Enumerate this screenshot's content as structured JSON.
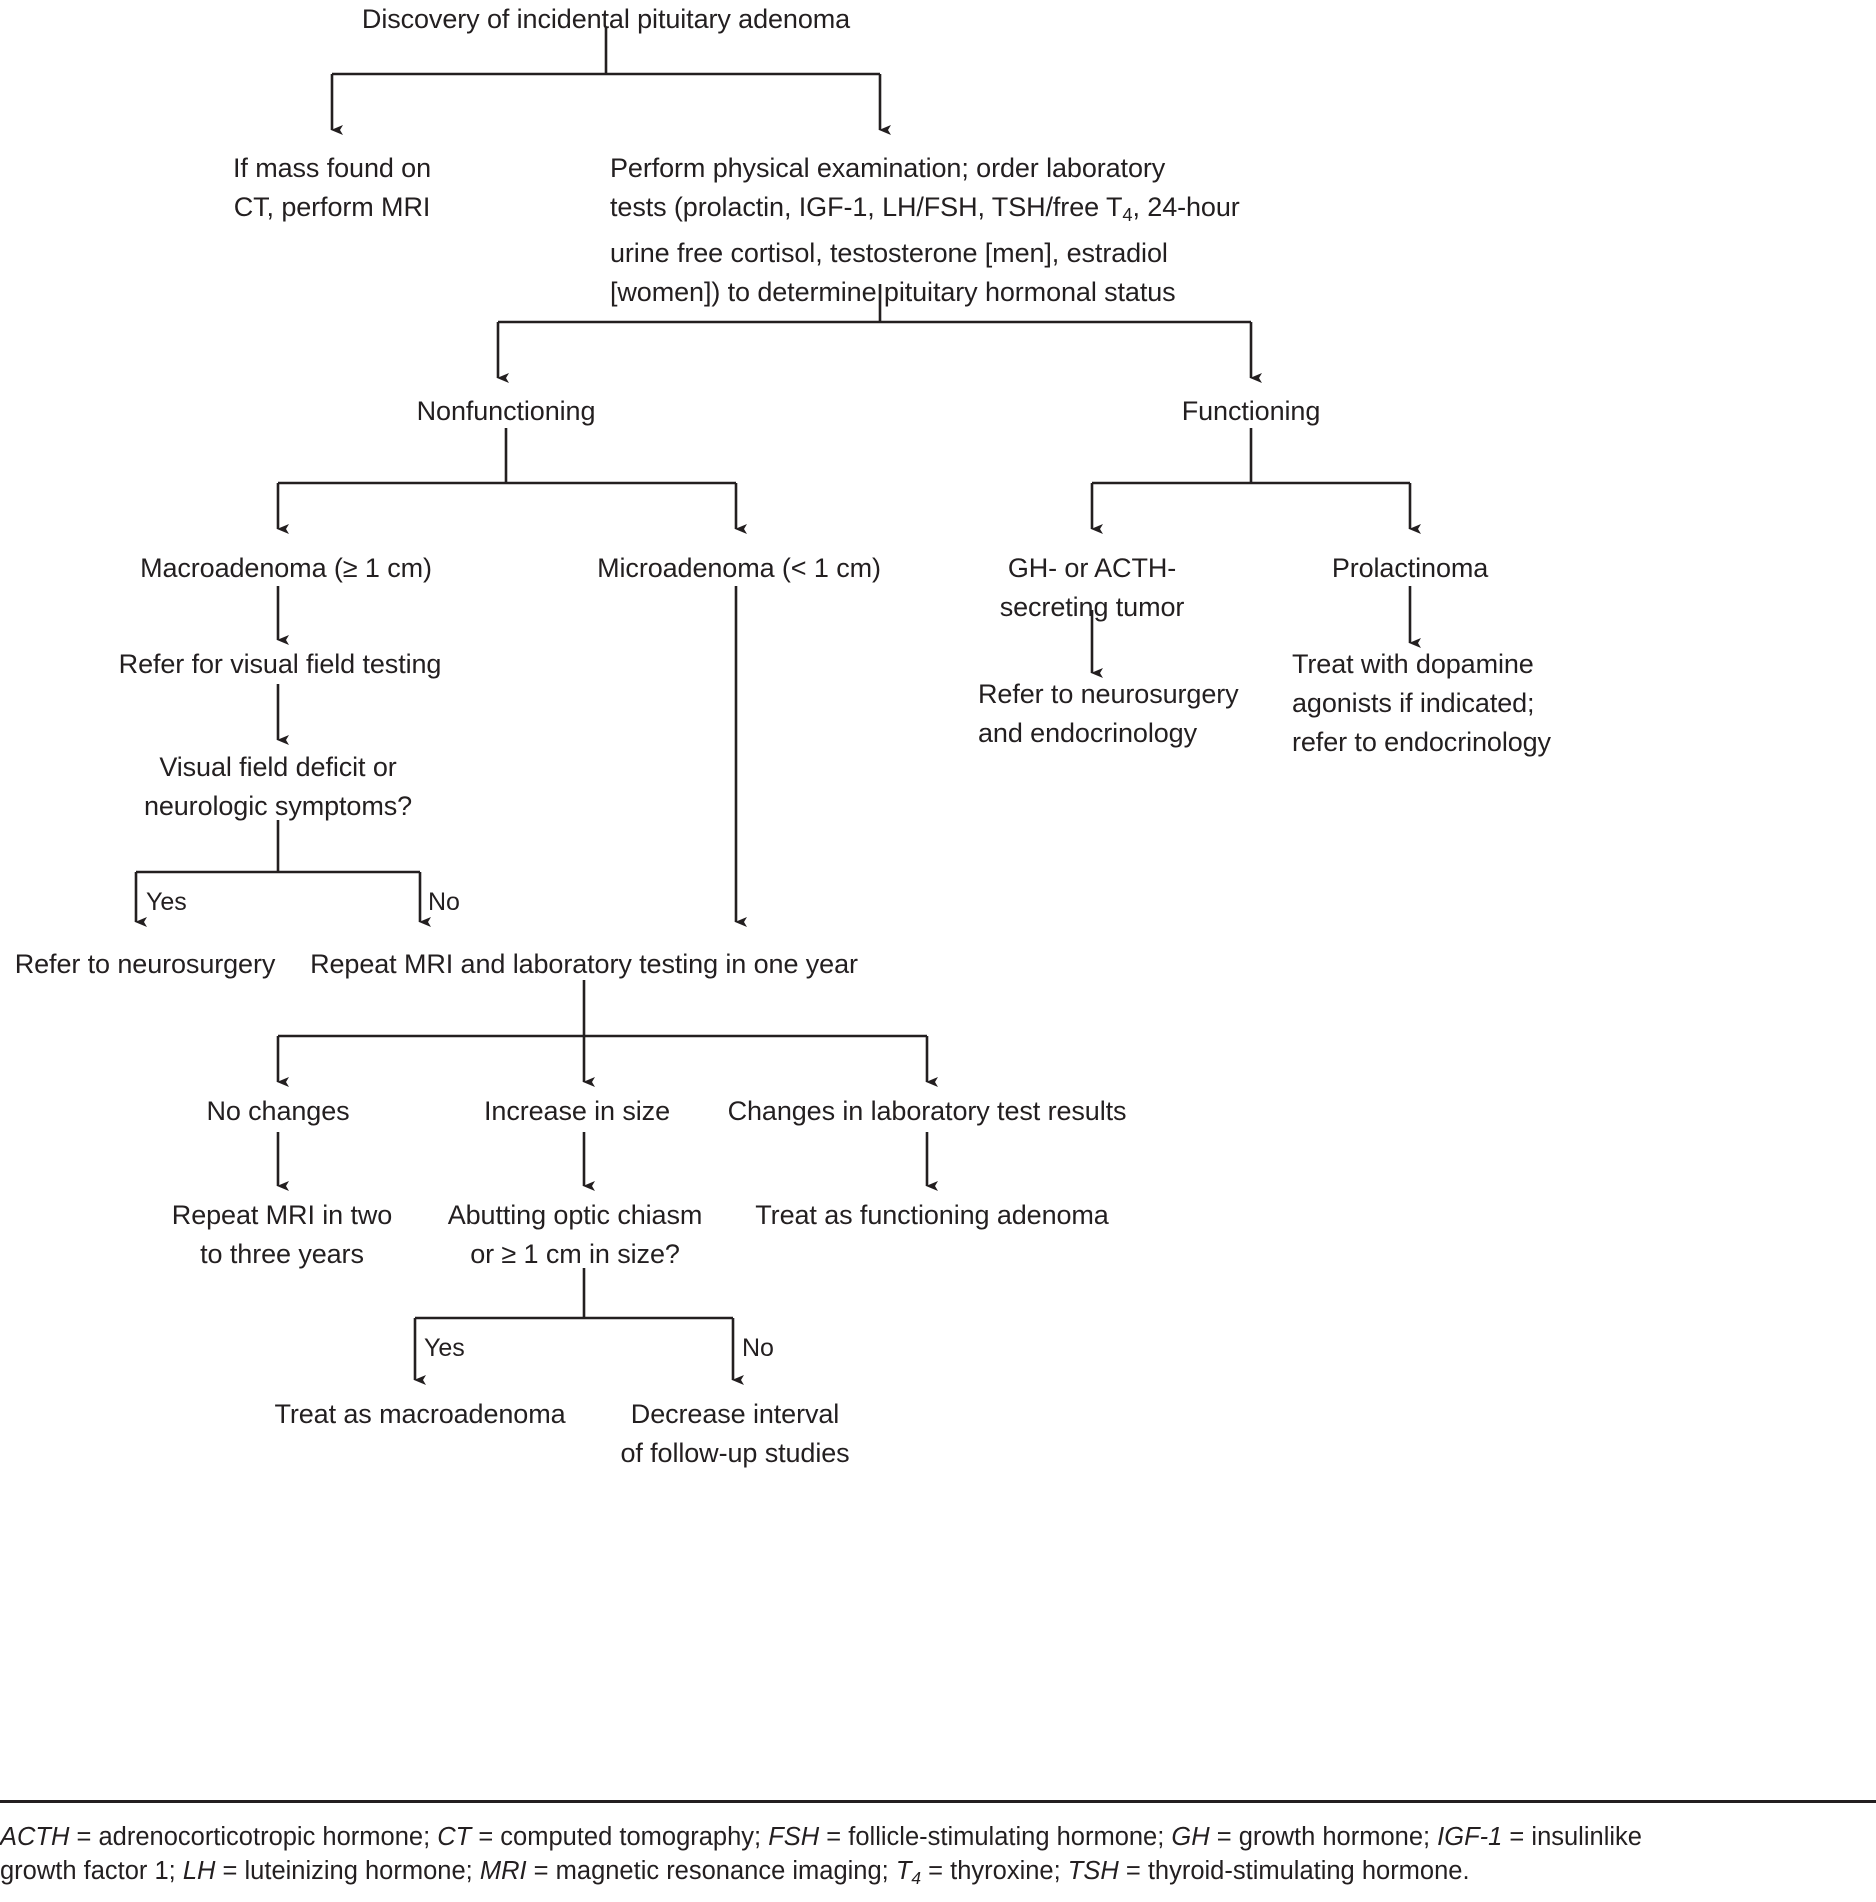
{
  "chart_data": {
    "type": "diagram",
    "title": "Discovery of incidental pituitary adenoma",
    "diagram_kind": "clinical-algorithm-flowchart",
    "nodes": [
      {
        "id": "root",
        "text": "Discovery of incidental pituitary adenoma"
      },
      {
        "id": "ct-mri",
        "text": "If mass found on\nCT, perform MRI"
      },
      {
        "id": "workup",
        "text": "Perform physical examination; order laboratory\ntests (prolactin, IGF-1, LH/FSH, TSH/free T4, 24-hour\nurine free cortisol, testosterone [men], estradiol\n[women]) to determine pituitary hormonal status"
      },
      {
        "id": "nonfunctioning",
        "text": "Nonfunctioning"
      },
      {
        "id": "functioning",
        "text": "Functioning"
      },
      {
        "id": "macro",
        "text": "Macroadenoma (≥ 1 cm)"
      },
      {
        "id": "micro",
        "text": "Microadenoma (< 1 cm)"
      },
      {
        "id": "gh-acth",
        "text": "GH- or ACTH-\nsecreting tumor"
      },
      {
        "id": "prolactinoma",
        "text": "Prolactinoma"
      },
      {
        "id": "refer-neuro-endo",
        "text": "Refer to neurosurgery\nand endocrinology"
      },
      {
        "id": "dopamine",
        "text": "Treat with dopamine\nagonists if indicated;\nrefer to endocrinology"
      },
      {
        "id": "visual-field",
        "text": "Refer for visual field testing"
      },
      {
        "id": "deficit-q",
        "text": "Visual field deficit or\nneurologic symptoms?"
      },
      {
        "id": "refer-neuro",
        "text": "Refer to neurosurgery"
      },
      {
        "id": "repeat-mri",
        "text": "Repeat MRI and laboratory testing in one year"
      },
      {
        "id": "no-changes",
        "text": "No changes"
      },
      {
        "id": "increase-size",
        "text": "Increase in size"
      },
      {
        "id": "lab-changes",
        "text": "Changes in laboratory test results"
      },
      {
        "id": "repeat-2-3",
        "text": "Repeat MRI in two\nto three years"
      },
      {
        "id": "abutting-q",
        "text": "Abutting optic chiasm\nor ≥ 1 cm in size?"
      },
      {
        "id": "treat-func",
        "text": "Treat as functioning adenoma"
      },
      {
        "id": "treat-macro",
        "text": "Treat as macroadenoma"
      },
      {
        "id": "decrease",
        "text": "Decrease interval\nof follow-up studies"
      }
    ],
    "edge_labels": [
      {
        "id": "yes-1",
        "text": "Yes"
      },
      {
        "id": "no-1",
        "text": "No"
      },
      {
        "id": "yes-2",
        "text": "Yes"
      },
      {
        "id": "no-2",
        "text": "No"
      }
    ]
  },
  "nodes": {
    "root": "Discovery of incidental pituitary adenoma",
    "ct_mri_l1": "If mass found on",
    "ct_mri_l2": "CT, perform MRI",
    "workup_l1": "Perform physical examination; order laboratory",
    "workup_l2a": "tests (prolactin, IGF-1, LH/FSH, TSH/free T",
    "workup_l2b": "4",
    "workup_l2c": ", 24-hour",
    "workup_l3": "urine free cortisol, testosterone [men], estradiol",
    "workup_l4": "[women]) to determine pituitary hormonal status",
    "nonfunctioning": "Nonfunctioning",
    "functioning": "Functioning",
    "macro": "Macroadenoma (≥ 1 cm)",
    "micro": "Microadenoma (< 1 cm)",
    "gh_acth_l1": "GH- or ACTH-",
    "gh_acth_l2": "secreting tumor",
    "prolactinoma": "Prolactinoma",
    "refer_neuro_endo_l1": "Refer to neurosurgery",
    "refer_neuro_endo_l2": "and endocrinology",
    "dopamine_l1": "Treat with dopamine",
    "dopamine_l2": "agonists if indicated;",
    "dopamine_l3": "refer to endocrinology",
    "visual_field": "Refer for visual field testing",
    "deficit_q_l1": "Visual field deficit or",
    "deficit_q_l2": "neurologic symptoms?",
    "refer_neuro": "Refer to neurosurgery",
    "repeat_mri": "Repeat MRI and laboratory testing in one year",
    "no_changes": "No changes",
    "increase_size": "Increase in size",
    "lab_changes": "Changes in laboratory test results",
    "repeat_2_3_l1": "Repeat MRI in two",
    "repeat_2_3_l2": "to three years",
    "abutting_q_l1": "Abutting optic chiasm",
    "abutting_q_l2": "or ≥ 1 cm in size?",
    "treat_func": "Treat as functioning adenoma",
    "treat_macro": "Treat as macroadenoma",
    "decrease_l1": "Decrease interval",
    "decrease_l2": "of follow-up studies"
  },
  "edge_labels": {
    "yes_1": "Yes",
    "no_1": "No",
    "yes_2": "Yes",
    "no_2": "No"
  },
  "footnote": {
    "line1_a": "ACTH",
    "line1_b": " = adrenocorticotropic hormone; ",
    "line1_c": "CT",
    "line1_d": " = computed tomography; ",
    "line1_e": "FSH",
    "line1_f": " = follicle-stimulating hormone; ",
    "line1_g": "GH",
    "line1_h": " = growth hormone; ",
    "line1_i": "IGF-1",
    "line1_j": " = insulinlike",
    "line2_a": "growth factor 1; ",
    "line2_b": "LH",
    "line2_c": " = luteinizing hormone; ",
    "line2_d": "MRI",
    "line2_e": " = magnetic resonance imaging; ",
    "line2_f": "T",
    "line2_g": "4",
    "line2_h": " = thyroxine; ",
    "line2_i": "TSH",
    "line2_j": " = thyroid-stimulating hormone."
  },
  "colors": {
    "ink": "#231f20",
    "background": "#ffffff"
  }
}
